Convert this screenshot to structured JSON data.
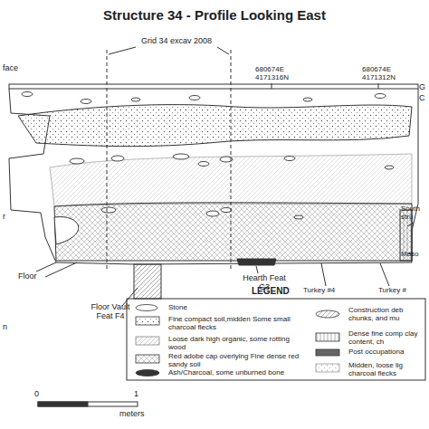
{
  "diagram": {
    "title": "Structure 34 - Profile Looking East",
    "labels": [
      "face",
      "Grid 34 excav 2008",
      "680674E 4171316N",
      "680674E 4171312N",
      "G",
      "C",
      "r",
      "Floor",
      "Floor Vault Feat F4",
      "Hearth Feat G3",
      "Turkey #4",
      "Turkey #",
      "South stru",
      "Maso",
      "LEGEND",
      "n",
      "0",
      "1",
      "meters"
    ],
    "legend": [
      {
        "text": "Stone"
      },
      {
        "text": "Fine compact soil,midden Some small charcoal flecks"
      },
      {
        "text": "Loose dark high organic, some rotting wood"
      },
      {
        "text": "Red adobe cap overlying Fine dense red sandy soil"
      },
      {
        "text": "Ash/Charcoal, some unburned bone"
      },
      {
        "text": "Construction deb chunks, and mu"
      },
      {
        "text": "Dense fine comp clay content, ch"
      },
      {
        "text": "Post occupationa"
      },
      {
        "text": "Midden, loose lig charcoal flecks"
      }
    ]
  }
}
